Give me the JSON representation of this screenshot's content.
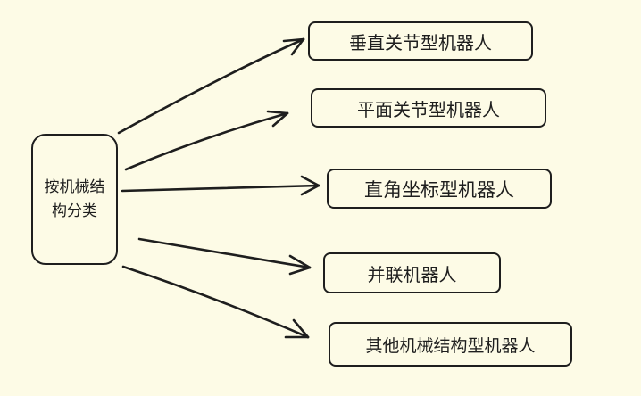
{
  "diagram": {
    "root": {
      "label": "按机械结构分类"
    },
    "children": [
      {
        "label": "垂直关节型机器人"
      },
      {
        "label": "平面关节型机器人"
      },
      {
        "label": "直角坐标型机器人"
      },
      {
        "label": "并联机器人"
      },
      {
        "label": "其他机械结构型机器人"
      }
    ],
    "colors": {
      "background": "#fdfbe6",
      "stroke": "#1e1e1e"
    }
  }
}
